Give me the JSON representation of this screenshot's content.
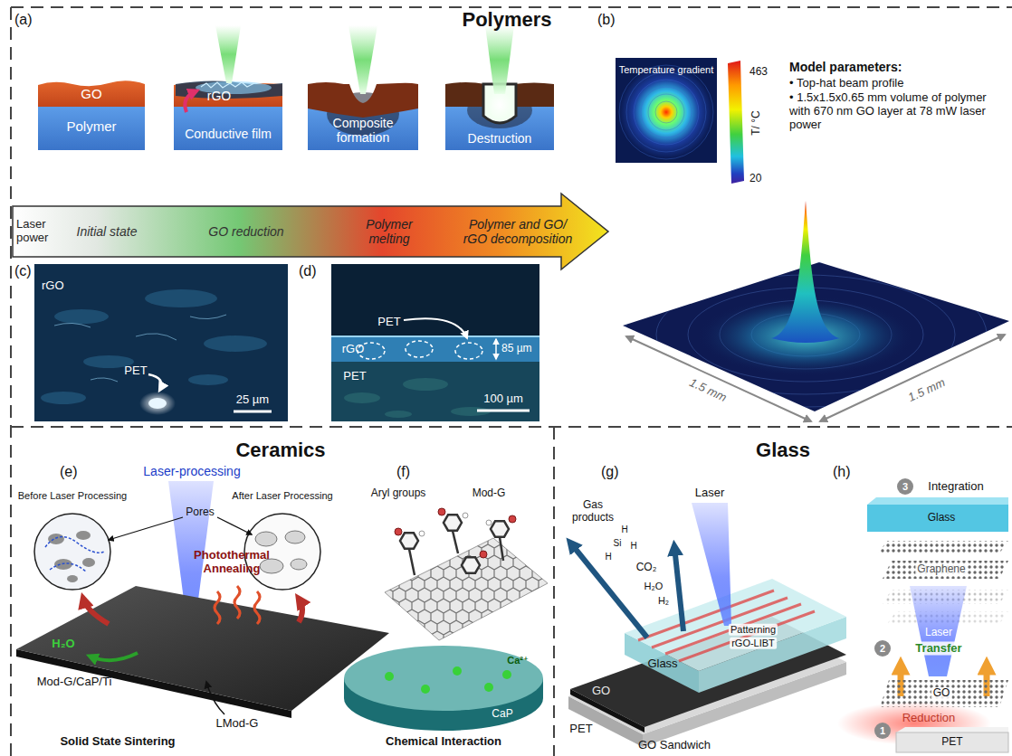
{
  "diagram": {
    "nodes": [
      {
        "text": [
          "Polymers"
        ]
      },
      {
        "text": [
          "GO",
          "Polymer"
        ],
        "in": 0
      },
      {
        "text": [
          "rGO",
          "Conductive film"
        ],
        "in": 0
      },
      {
        "text": [
          "Composite formation"
        ],
        "in": 0
      },
      {
        "text": [
          "Destruction"
        ],
        "in": 0
      },
      {
        "text": [
          "Ceramics"
        ]
      },
      {
        "text": [
          "Glass"
        ]
      }
    ],
    "labels": [
      "(a)",
      "(b)",
      "Laser power",
      "Initial state",
      "GO reduction",
      "Polymer melting",
      "Polymer and GO/ rGO decomposition",
      "Temperature gradient",
      "463",
      "T/ °C",
      "20",
      "Model parameters:",
      "• Top-hat beam profile",
      "• 1.5x1.5x0.65 mm volume of polymer with 670 nm GO layer at 78 mW laser power",
      "1.5 mm",
      "1.5 mm",
      "(c)",
      "rGO",
      "PET",
      "25 µm",
      "(d)",
      "PET",
      "rGO",
      "85 µm",
      "PET",
      "100 µm",
      "(e)",
      "Laser-processing",
      "Before Laser Processing",
      "After Laser Processing",
      "Pores",
      "Photothermal Annealing",
      "H₂O",
      "Mod-G/CaP/Ti",
      "LMod-G",
      "Solid State Sintering",
      "(f)",
      "Aryl groups",
      "Mod-G",
      "Ca²⁺",
      "CaP",
      "Chemical Interaction",
      "(g)",
      "Gas products",
      "H",
      "Si",
      "H",
      "H",
      "CO₂",
      "H₂O",
      "H₂",
      "Laser",
      "Glass",
      "GO",
      "Patterning",
      "rGO-LIBT",
      "PET",
      "GO Sandwich",
      "(h)",
      "3",
      "Integration",
      "Glass",
      "Graphene",
      "Laser",
      "2",
      "Transfer",
      "GO",
      "1",
      "Reduction",
      "PET"
    ]
  }
}
